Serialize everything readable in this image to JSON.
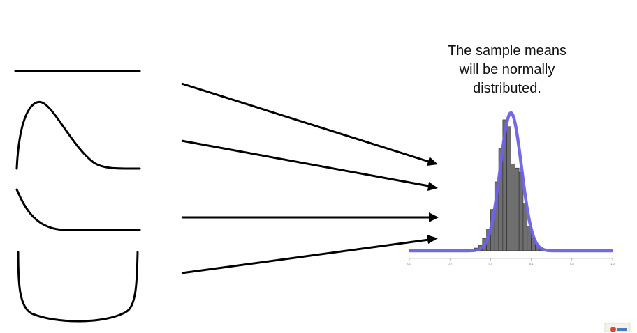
{
  "slide": {
    "caption_lines": [
      "The sample means",
      "will be normally",
      "distributed."
    ]
  },
  "histogram": {
    "x_ticks": [
      "0.0",
      "0.2",
      "0.4",
      "0.6",
      "0.8",
      "1.0"
    ],
    "xlim": [
      0.0,
      1.0
    ],
    "bins": [
      {
        "x0": 0.32,
        "x1": 0.34,
        "y": 0.02
      },
      {
        "x0": 0.34,
        "x1": 0.36,
        "y": 0.04
      },
      {
        "x0": 0.36,
        "x1": 0.38,
        "y": 0.09
      },
      {
        "x0": 0.38,
        "x1": 0.4,
        "y": 0.16
      },
      {
        "x0": 0.4,
        "x1": 0.42,
        "y": 0.3
      },
      {
        "x0": 0.42,
        "x1": 0.44,
        "y": 0.5
      },
      {
        "x0": 0.44,
        "x1": 0.46,
        "y": 0.74
      },
      {
        "x0": 0.46,
        "x1": 0.48,
        "y": 0.95
      },
      {
        "x0": 0.48,
        "x1": 0.5,
        "y": 0.9
      },
      {
        "x0": 0.5,
        "x1": 0.52,
        "y": 0.63
      },
      {
        "x0": 0.52,
        "x1": 0.54,
        "y": 0.6
      },
      {
        "x0": 0.54,
        "x1": 0.56,
        "y": 0.57
      },
      {
        "x0": 0.56,
        "x1": 0.58,
        "y": 0.34
      },
      {
        "x0": 0.58,
        "x1": 0.6,
        "y": 0.18
      },
      {
        "x0": 0.6,
        "x1": 0.62,
        "y": 0.09
      },
      {
        "x0": 0.62,
        "x1": 0.64,
        "y": 0.04
      },
      {
        "x0": 0.64,
        "x1": 0.66,
        "y": 0.02
      }
    ],
    "normal_curve": {
      "mean": 0.5,
      "sd": 0.052,
      "color": "#6a62e6"
    },
    "bar_color": "#6f6f6f"
  },
  "colors": {
    "background": "#ffffff",
    "ink": "#000000",
    "curve": "#6a62e6",
    "bars": "#6f6f6f"
  }
}
